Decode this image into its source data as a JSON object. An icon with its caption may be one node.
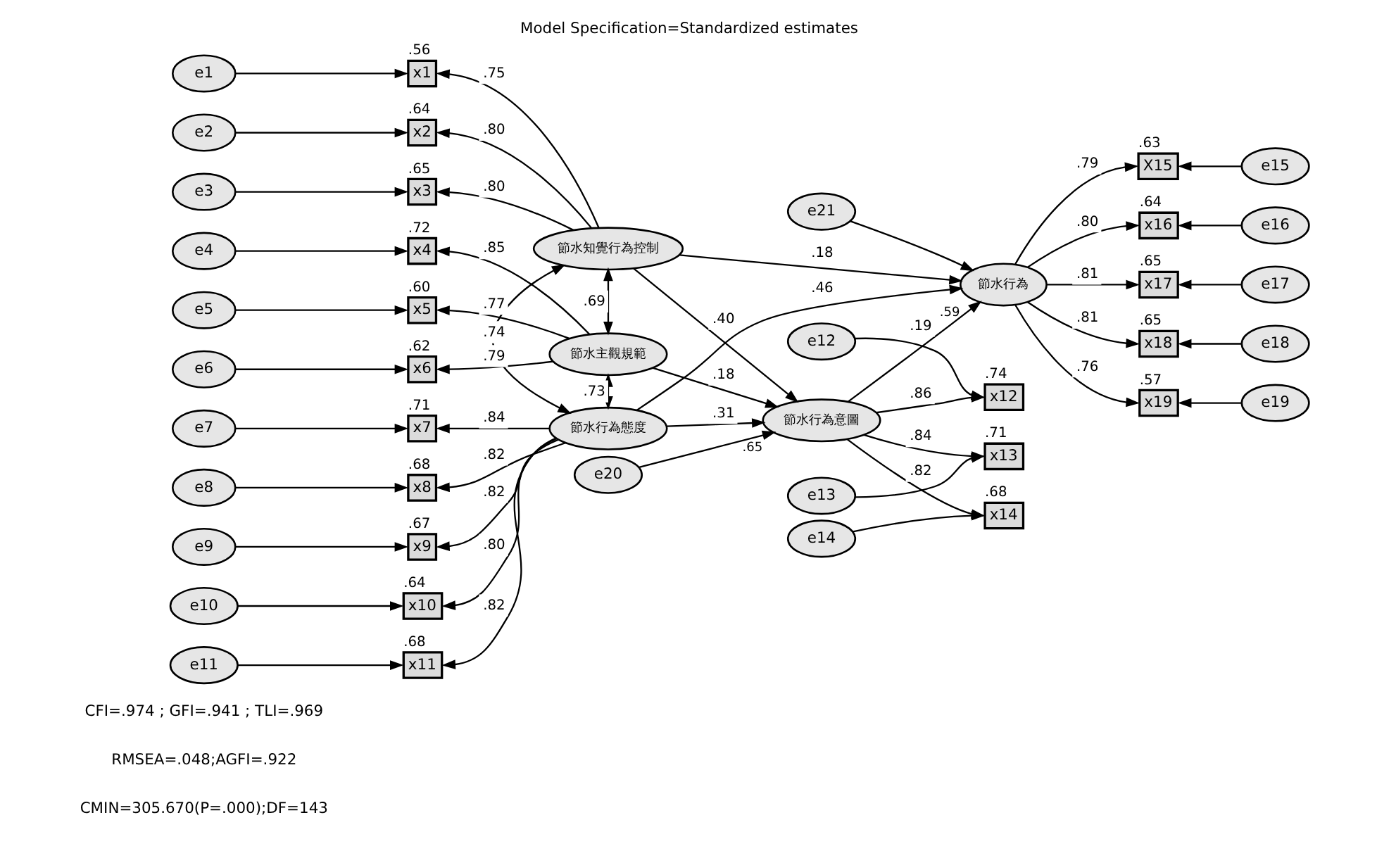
{
  "diagram": {
    "title": "Model Specification=Standardized estimates",
    "labels": [
      "CMIN=305.670(P=.000);DF=143",
      "RMSEA=.048;AGFI=.922",
      "CFI=.974 ; GFI=.941 ; TLI=.969"
    ],
    "nodes": [
      {
        "text": [
          "節水知覺行為控制"
        ]
      },
      {
        "text": [
          "節水主觀規範"
        ]
      },
      {
        "text": [
          "節水行為態度"
        ]
      },
      {
        "text": [
          "節水行為意圖"
        ],
        "beside": [
          ".65"
        ]
      },
      {
        "text": [
          "節水行為"
        ],
        "beside": [
          ".59"
        ]
      },
      {
        "text": [
          "x1"
        ],
        "beside": [
          ".56"
        ]
      },
      {
        "text": [
          "x2"
        ],
        "beside": [
          ".64"
        ]
      },
      {
        "text": [
          "x3"
        ],
        "beside": [
          ".65"
        ]
      },
      {
        "text": [
          "x4"
        ],
        "beside": [
          ".72"
        ]
      },
      {
        "text": [
          "x5"
        ],
        "beside": [
          ".60"
        ]
      },
      {
        "text": [
          "x6"
        ],
        "beside": [
          ".62"
        ]
      },
      {
        "text": [
          "x7"
        ],
        "beside": [
          ".71"
        ]
      },
      {
        "text": [
          "x8"
        ],
        "beside": [
          ".68"
        ]
      },
      {
        "text": [
          "x9"
        ],
        "beside": [
          ".67"
        ]
      },
      {
        "text": [
          "x10"
        ],
        "beside": [
          ".64"
        ]
      },
      {
        "text": [
          "x11"
        ],
        "beside": [
          ".68"
        ]
      },
      {
        "text": [
          "x12"
        ],
        "beside": [
          ".74"
        ]
      },
      {
        "text": [
          "x13"
        ],
        "beside": [
          ".71"
        ]
      },
      {
        "text": [
          "x14"
        ],
        "beside": [
          ".68"
        ]
      },
      {
        "text": [
          "X15"
        ],
        "beside": [
          ".63"
        ]
      },
      {
        "text": [
          "x16"
        ],
        "beside": [
          ".64"
        ]
      },
      {
        "text": [
          "x17"
        ],
        "beside": [
          ".65"
        ]
      },
      {
        "text": [
          "x18"
        ],
        "beside": [
          ".65"
        ]
      },
      {
        "text": [
          "x19"
        ],
        "beside": [
          ".57"
        ]
      },
      {
        "text": [
          "e1"
        ]
      },
      {
        "text": [
          "e2"
        ]
      },
      {
        "text": [
          "e3"
        ]
      },
      {
        "text": [
          "e4"
        ]
      },
      {
        "text": [
          "e5"
        ]
      },
      {
        "text": [
          "e6"
        ]
      },
      {
        "text": [
          "e7"
        ]
      },
      {
        "text": [
          "e8"
        ]
      },
      {
        "text": [
          "e9"
        ]
      },
      {
        "text": [
          "e10"
        ]
      },
      {
        "text": [
          "e11"
        ]
      },
      {
        "text": [
          "e12"
        ]
      },
      {
        "text": [
          "e13"
        ]
      },
      {
        "text": [
          "e14"
        ]
      },
      {
        "text": [
          "e15"
        ]
      },
      {
        "text": [
          "e16"
        ]
      },
      {
        "text": [
          "e17"
        ]
      },
      {
        "text": [
          "e18"
        ]
      },
      {
        "text": [
          "e19"
        ]
      },
      {
        "text": [
          "e20"
        ]
      },
      {
        "text": [
          "e21"
        ]
      }
    ],
    "edges": [
      {
        "from": 24,
        "to": 5,
        "arrow": "to"
      },
      {
        "from": 25,
        "to": 6,
        "arrow": "to"
      },
      {
        "from": 26,
        "to": 7,
        "arrow": "to"
      },
      {
        "from": 27,
        "to": 8,
        "arrow": "to"
      },
      {
        "from": 28,
        "to": 9,
        "arrow": "to"
      },
      {
        "from": 29,
        "to": 10,
        "arrow": "to"
      },
      {
        "from": 30,
        "to": 11,
        "arrow": "to"
      },
      {
        "from": 31,
        "to": 12,
        "arrow": "to"
      },
      {
        "from": 32,
        "to": 13,
        "arrow": "to"
      },
      {
        "from": 33,
        "to": 14,
        "arrow": "to"
      },
      {
        "from": 34,
        "to": 15,
        "arrow": "to"
      },
      {
        "from": 35,
        "to": 16,
        "arrow": "to"
      },
      {
        "from": 36,
        "to": 17,
        "arrow": "to"
      },
      {
        "from": 37,
        "to": 18,
        "arrow": "to"
      },
      {
        "from": 38,
        "to": 19,
        "arrow": "to"
      },
      {
        "from": 39,
        "to": 20,
        "arrow": "to"
      },
      {
        "from": 40,
        "to": 21,
        "arrow": "to"
      },
      {
        "from": 41,
        "to": 22,
        "arrow": "to"
      },
      {
        "from": 42,
        "to": 23,
        "arrow": "to"
      },
      {
        "from": 0,
        "to": 5,
        "arrow": "to",
        "label": ".75"
      },
      {
        "from": 0,
        "to": 6,
        "arrow": "to",
        "label": ".80"
      },
      {
        "from": 0,
        "to": 7,
        "arrow": "to",
        "label": ".80"
      },
      {
        "from": 1,
        "to": 8,
        "arrow": "to",
        "label": ".85"
      },
      {
        "from": 1,
        "to": 9,
        "arrow": "to",
        "label": ".77"
      },
      {
        "from": 1,
        "to": 10,
        "arrow": "to",
        "label": ".79"
      },
      {
        "from": 2,
        "to": 11,
        "arrow": "to",
        "label": ".84"
      },
      {
        "from": 2,
        "to": 12,
        "arrow": "to",
        "label": ".82"
      },
      {
        "from": 2,
        "to": 13,
        "arrow": "to",
        "label": ".82"
      },
      {
        "from": 2,
        "to": 14,
        "arrow": "to",
        "label": ".80"
      },
      {
        "from": 2,
        "to": 15,
        "arrow": "to",
        "label": ".82"
      },
      {
        "from": 3,
        "to": 16,
        "arrow": "to",
        "label": ".86"
      },
      {
        "from": 3,
        "to": 17,
        "arrow": "to",
        "label": ".84"
      },
      {
        "from": 3,
        "to": 18,
        "arrow": "to",
        "label": ".82"
      },
      {
        "from": 4,
        "to": 19,
        "arrow": "to",
        "label": ".79"
      },
      {
        "from": 4,
        "to": 20,
        "arrow": "to",
        "label": ".80"
      },
      {
        "from": 4,
        "to": 21,
        "arrow": "to",
        "label": ".81"
      },
      {
        "from": 4,
        "to": 22,
        "arrow": "to",
        "label": ".81"
      },
      {
        "from": 4,
        "to": 23,
        "arrow": "to",
        "label": ".76"
      },
      {
        "from": 0,
        "to": 3,
        "arrow": "to",
        "label": ".40"
      },
      {
        "from": 1,
        "to": 3,
        "arrow": "to",
        "label": ".18"
      },
      {
        "from": 2,
        "to": 3,
        "arrow": "to",
        "label": ".31"
      },
      {
        "from": 0,
        "to": 4,
        "arrow": "to",
        "label": ".18"
      },
      {
        "from": 3,
        "to": 4,
        "arrow": "to",
        "label": ".19"
      },
      {
        "from": 2,
        "to": 4,
        "arrow": "to",
        "label": ".46"
      },
      {
        "from": 0,
        "to": 1,
        "arrow": "both",
        "label": ".69"
      },
      {
        "from": 1,
        "to": 2,
        "arrow": "both",
        "label": ".73"
      },
      {
        "from": 0,
        "to": 2,
        "arrow": "both",
        "label": ".74"
      },
      {
        "from": 43,
        "to": 3,
        "arrow": "to"
      },
      {
        "from": 44,
        "to": 4,
        "arrow": "to"
      }
    ]
  }
}
